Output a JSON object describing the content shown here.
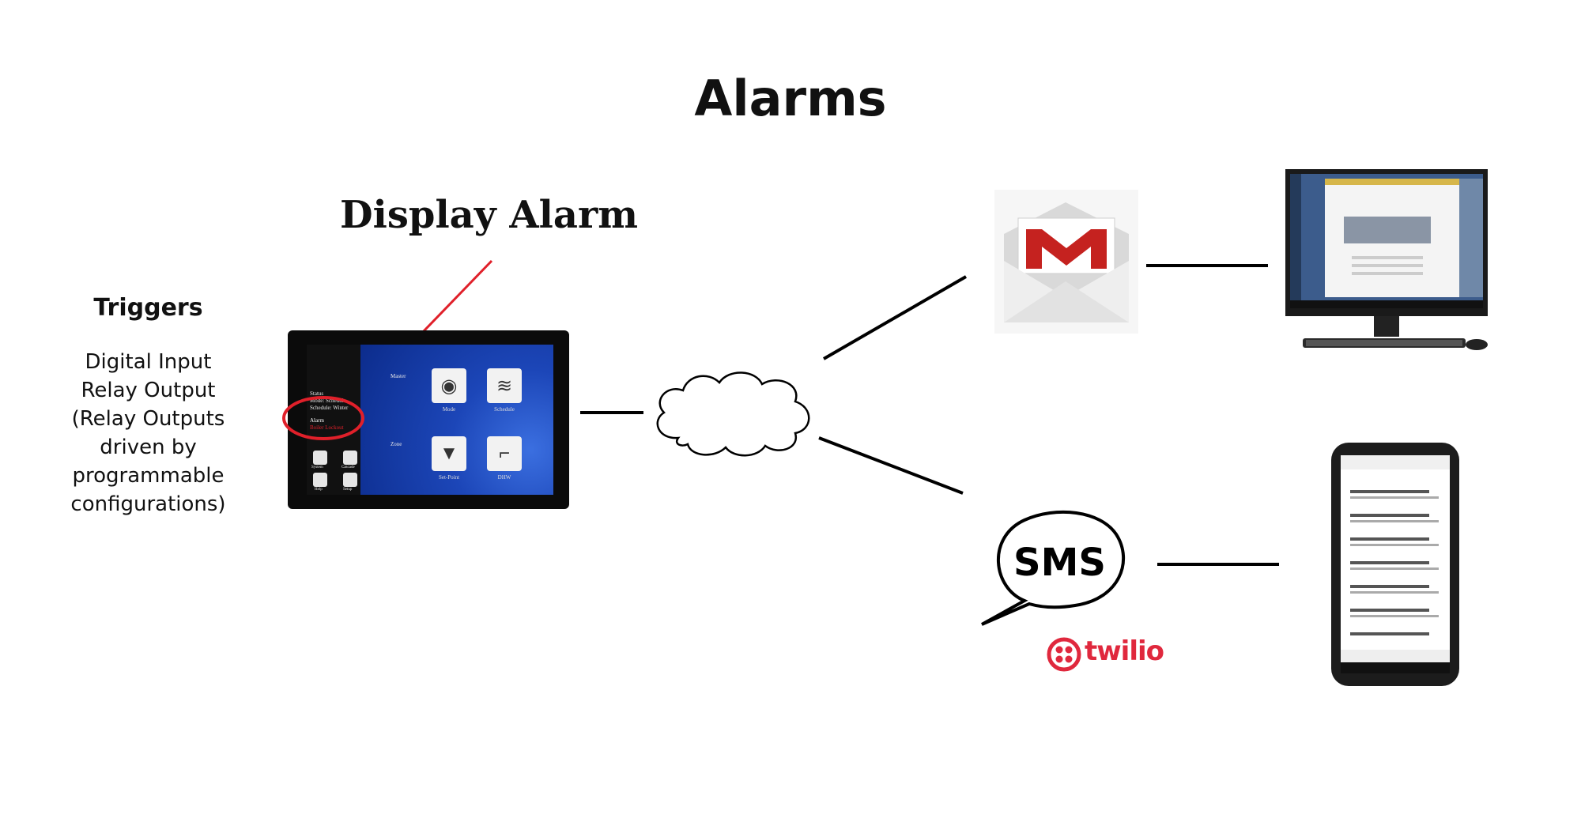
{
  "title": "Alarms",
  "display_alarm_label": "Display Alarm",
  "triggers": {
    "heading": "Triggers",
    "lines": [
      "Digital Input",
      "Relay Output",
      "(Relay Outputs",
      "driven by",
      "programmable",
      "configurations)"
    ]
  },
  "tablet": {
    "status_lines": [
      "Status",
      "Mode: Schedule",
      "Schedule: Winter"
    ],
    "alarm_label": "Alarm",
    "alarm_value": "Boiler Lockout",
    "row_labels": [
      "Master",
      "Zone"
    ],
    "tiles": [
      "Mode",
      "Schedule",
      "Set-Point",
      "DHW"
    ],
    "side_items": [
      "System",
      "Cascade",
      "Help",
      "Setup"
    ]
  },
  "sms_label": "SMS",
  "twilio_label": "twilio",
  "colors": {
    "alarm_red": "#e0202a",
    "tablet_blue": "#1c46b8",
    "gmail_red": "#c5221f",
    "twilio_red": "#e0283d"
  },
  "icons": [
    "gmail-icon",
    "cloud-icon",
    "monitor-icon",
    "phone-icon",
    "sms-bubble-icon",
    "twilio-logo"
  ]
}
